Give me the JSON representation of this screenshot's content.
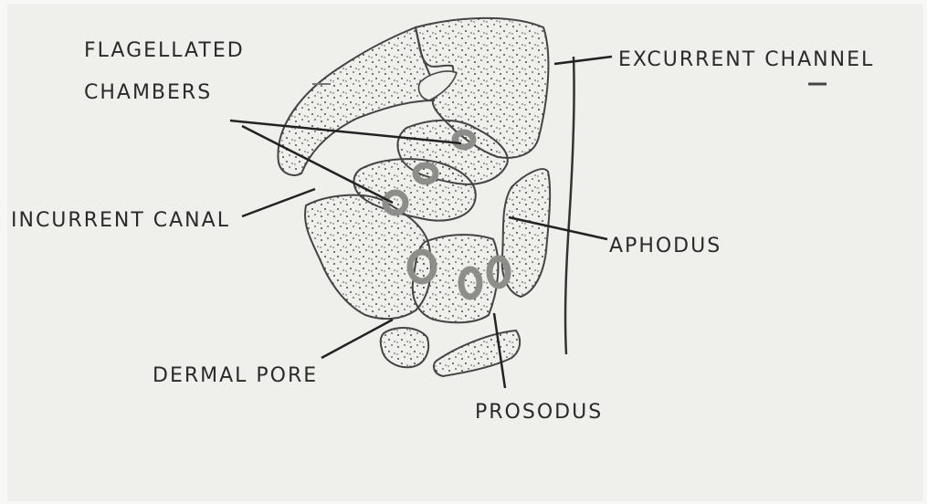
{
  "labels": {
    "flagellated_1": "FLAGELLATED",
    "flagellated_2": "CHAMBERS",
    "excurrent": "EXCURRENT CHANNEL",
    "incurrent": "INCURRENT CANAL",
    "aphodus": "APHODUS",
    "dermal_pore": "DERMAL PORE",
    "prosodus": "PROSODUS"
  },
  "colors": {
    "paper": "#efefec",
    "ink": "#2a2a2a",
    "tissue_fill": "#e4e4e1",
    "chamber_ring": "#8d8d8a"
  }
}
